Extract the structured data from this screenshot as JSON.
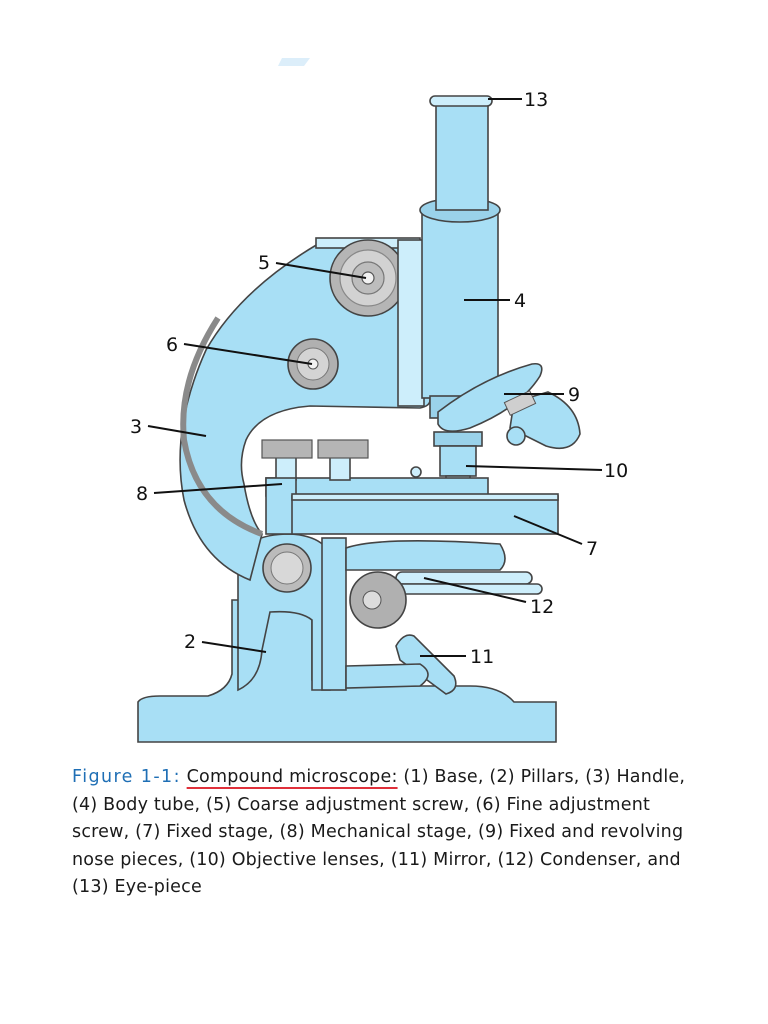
{
  "colors": {
    "body": "#a8dff5",
    "body_light": "#cdeefb",
    "outline": "#444444",
    "metal": "#9a9a9a",
    "figure_label": "#1f6fb5",
    "underline": "#e0303a"
  },
  "callouts": {
    "c1": "13",
    "c2": "5",
    "c3": "4",
    "c4": "6",
    "c5": "9",
    "c6": "3",
    "c7": "10",
    "c8": "8",
    "c9": "7",
    "c10": "12",
    "c11": "2",
    "c12": "11"
  },
  "caption": {
    "label": "Figure 1-1:",
    "title": "Compound microscope:",
    "text": "(1) Base, (2) Pillars, (3) Handle, (4) Body tube, (5) Coarse adjustment screw, (6) Fine adjustment screw, (7) Fixed stage, (8) Mechanical stage, (9) Fixed and revolving nose pieces, (10) Objective lenses, (11) Mirror, (12) Condenser, and (13) Eye-piece"
  }
}
